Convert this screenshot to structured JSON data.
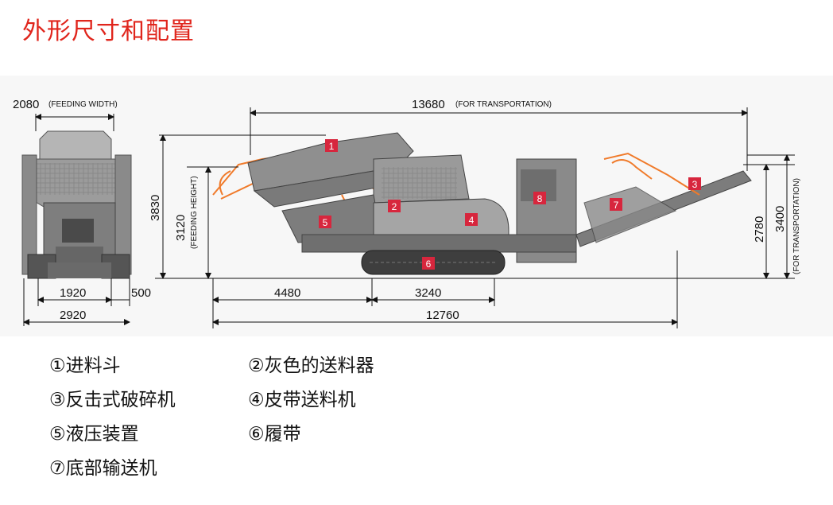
{
  "title": "外形尺寸和配置",
  "dimensions": {
    "feeding_width_value": "2080",
    "feeding_width_note": "(FEEDING WIDTH)",
    "transport_length_value": "13680",
    "transport_length_note": "(FOR TRANSPORTATION)",
    "height_3830": "3830",
    "feeding_height_value": "3120",
    "feeding_height_note": "(FEEDING HEIGHT)",
    "height_2780": "2780",
    "transport_height_value": "3400",
    "transport_height_note": "(FOR TRANSPORTATION)",
    "width_1920": "1920",
    "width_500": "500",
    "width_2920": "2920",
    "length_4480": "4480",
    "length_3240": "3240",
    "length_12760": "12760"
  },
  "markers": [
    "1",
    "2",
    "3",
    "4",
    "5",
    "6",
    "7",
    "8"
  ],
  "legend": [
    "①进料斗",
    "②灰色的送料器",
    "③反击式破碎机",
    "④皮带送料机",
    "⑤液压装置",
    "⑥履带",
    "⑦底部输送机"
  ],
  "colors": {
    "title": "#e0251c",
    "marker": "#d7263d",
    "machine": "#8c8c8c",
    "orange_outline": "#f07a2a"
  }
}
